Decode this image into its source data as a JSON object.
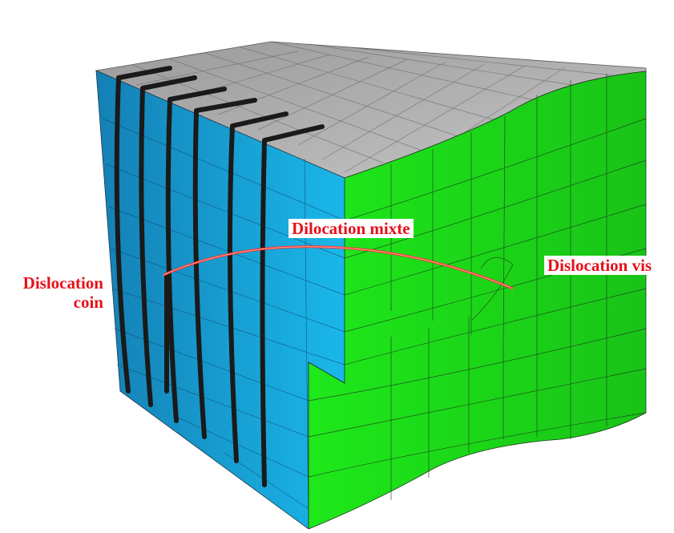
{
  "labels": {
    "edge_dislocation_line1": "Dislocation",
    "edge_dislocation_line2": "coin",
    "mixed_dislocation": "Dilocation mixte",
    "screw_dislocation": "Dislocation vis"
  },
  "colors": {
    "top_face": "#a9a9a9",
    "left_face": "#1aa7dc",
    "right_face": "#22e01c",
    "grid_line": "#1b3d1b",
    "extra_half_planes": "#1a1a1a",
    "dislocation_line": "#ff2a2a",
    "label_text": "#e8101a"
  }
}
